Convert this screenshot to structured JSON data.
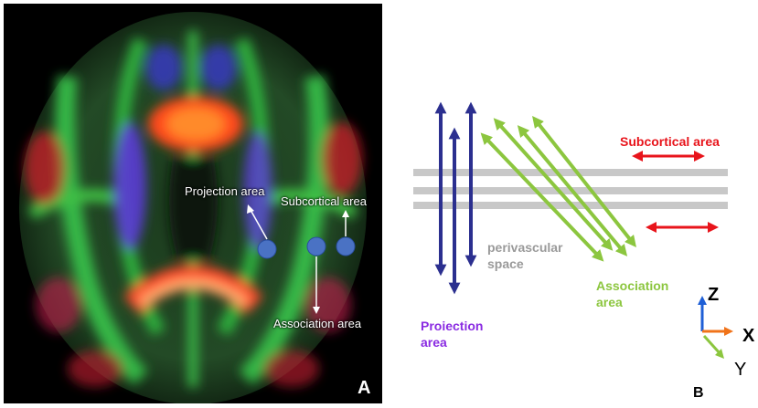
{
  "panel_a": {
    "letter": "A",
    "labels": {
      "projection": "Projection area",
      "subcortical": "Subcortical area",
      "association": "Association area"
    },
    "marker_color": "#4a72c4"
  },
  "panel_b": {
    "letter": "B",
    "labels": {
      "subcortical": "Subcortical area",
      "perivascular": "perivascular\nspace",
      "association": "Association\narea",
      "projection": "Proiection\narea"
    },
    "axes": {
      "z": "Z",
      "x": "X",
      "y": "Y"
    },
    "colors": {
      "projection": "#2b2f8f",
      "projection_label": "#8a2be2",
      "association": "#8cc63f",
      "subcortical": "#e8141b",
      "perivascular": "#9a9a9a",
      "axis_z": "#1f5fd6",
      "axis_x": "#f0731a",
      "axis_y": "#8cc63f"
    }
  }
}
